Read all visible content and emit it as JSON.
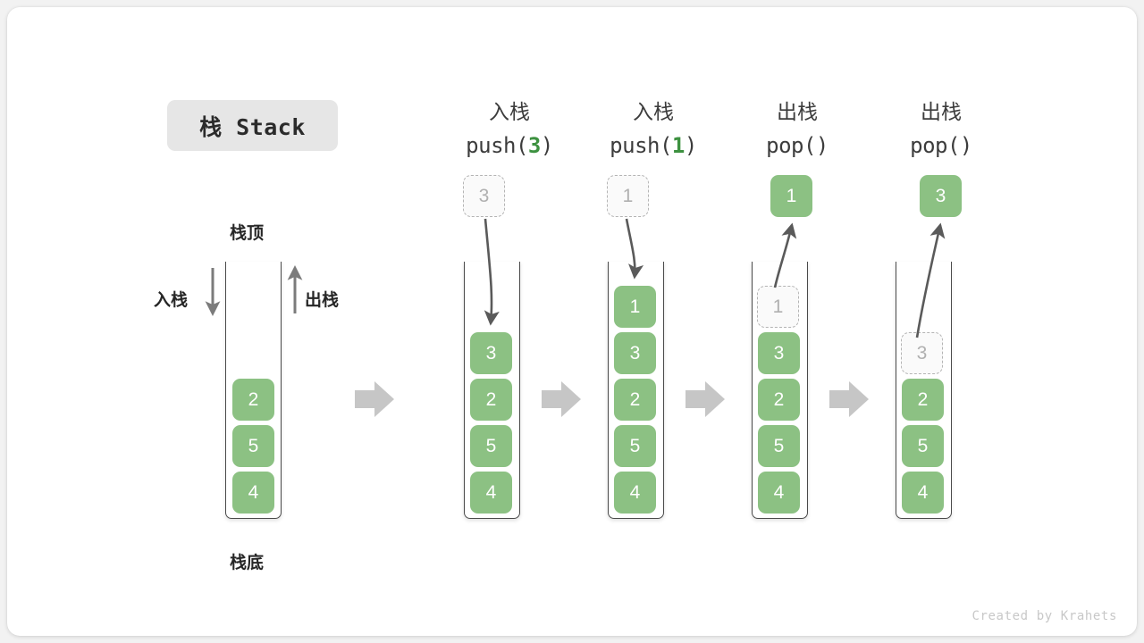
{
  "diagram": {
    "title_badge": "栈 Stack",
    "credit": "Created by Krahets",
    "colors": {
      "box_green": "#8cc183",
      "accent_green": "#3d9140",
      "ghost_gray": "#b0b0b0",
      "arrow_gray": "#5a5a5a",
      "step_arrow_gray": "#c6c6c6",
      "badge_bg": "#e6e6e6"
    },
    "labels": {
      "stack_top": "栈顶",
      "stack_bottom": "栈底",
      "push_side": "入栈",
      "pop_side": "出栈"
    },
    "columns": [
      {
        "id": "initial",
        "header_cn": "",
        "header_code": "",
        "header_arg": "",
        "stack": [
          "2",
          "5",
          "4"
        ],
        "ghost_index": -1,
        "float_box": null,
        "float_box_ghost": false
      },
      {
        "id": "push-3",
        "header_cn": "入栈",
        "header_code_prefix": "push(",
        "header_arg": "3",
        "header_code_suffix": ")",
        "stack": [
          "3",
          "2",
          "5",
          "4"
        ],
        "ghost_index": -1,
        "float_box": "3",
        "float_box_ghost": true,
        "arrow_direction": "down"
      },
      {
        "id": "push-1",
        "header_cn": "入栈",
        "header_code_prefix": "push(",
        "header_arg": "1",
        "header_code_suffix": ")",
        "stack": [
          "1",
          "3",
          "2",
          "5",
          "4"
        ],
        "ghost_index": -1,
        "float_box": "1",
        "float_box_ghost": true,
        "arrow_direction": "down"
      },
      {
        "id": "pop-1",
        "header_cn": "出栈",
        "header_code_prefix": "pop(",
        "header_arg": "",
        "header_code_suffix": ")",
        "stack": [
          "1",
          "3",
          "2",
          "5",
          "4"
        ],
        "ghost_index": 0,
        "float_box": "1",
        "float_box_ghost": false,
        "arrow_direction": "up"
      },
      {
        "id": "pop-2",
        "header_cn": "出栈",
        "header_code_prefix": "pop(",
        "header_arg": "",
        "header_code_suffix": ")",
        "stack": [
          "3",
          "2",
          "5",
          "4"
        ],
        "ghost_index": 0,
        "float_box": "3",
        "float_box_ghost": false,
        "arrow_direction": "up"
      }
    ]
  }
}
